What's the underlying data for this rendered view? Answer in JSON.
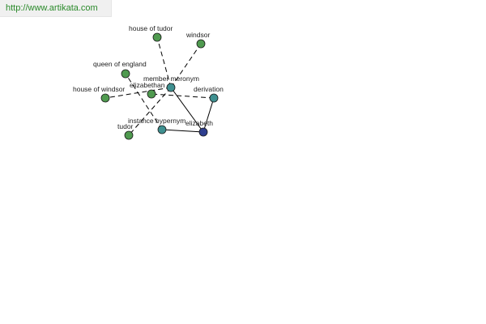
{
  "header": {
    "url": "http://www.artikata.com"
  },
  "graph": {
    "colors": {
      "word": "#4f9a4f",
      "relation": "#3f9090",
      "center": "#2e3e8f"
    },
    "nodes": [
      {
        "id": "house-of-tudor",
        "label": "house of tudor",
        "kind": "word"
      },
      {
        "id": "windsor",
        "label": "windsor",
        "kind": "word"
      },
      {
        "id": "queen-of-england",
        "label": "queen of england",
        "kind": "word"
      },
      {
        "id": "member-meronym",
        "label": "member meronym",
        "kind": "relation"
      },
      {
        "id": "elizabethan",
        "label": "elizabethan",
        "kind": "word"
      },
      {
        "id": "house-of-windsor",
        "label": "house of windsor",
        "kind": "word"
      },
      {
        "id": "derivation",
        "label": "derivation",
        "kind": "relation"
      },
      {
        "id": "instance-hypernym",
        "label": "instance hypernym",
        "kind": "relation"
      },
      {
        "id": "elizabeth",
        "label": "elizabeth",
        "kind": "center"
      },
      {
        "id": "tudor",
        "label": "tudor",
        "kind": "word"
      }
    ]
  }
}
